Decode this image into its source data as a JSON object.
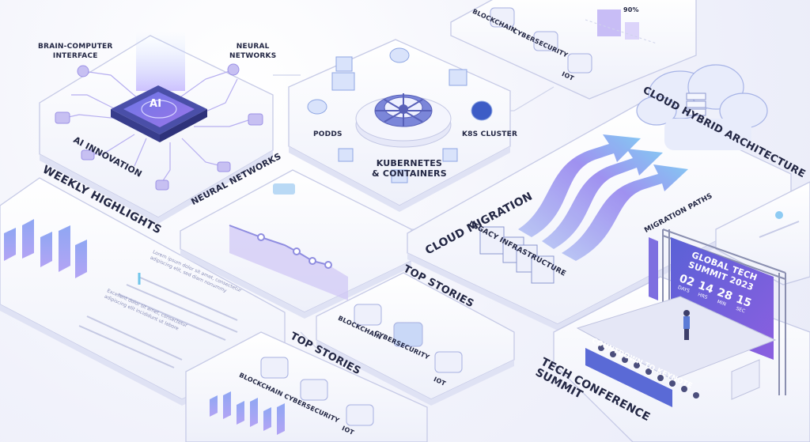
{
  "ai_panel": {
    "label_bci": "BRAIN-COMPUTER\nINTERFACE",
    "label_nn_top": "NEURAL\nNETWORKS",
    "chip_text": "AI",
    "label_ai_innovation": "AI INNOVATION",
    "label_nn_bottom": "NEURAL NETWORKS"
  },
  "k8s_panel": {
    "label_pods": "PODDS",
    "label_cluster": "K8S CLUSTER",
    "title": "KUBERNETES\n& CONTAINERS"
  },
  "top_right_panel": {
    "percent": "90%",
    "label_blockchain": "BLOCKCHAIN",
    "label_cybersecurity": "CYBERSECURITY",
    "label_iot": "IoT"
  },
  "weekly_panel": {
    "title": "WEEKLY HIGHLIGHTS",
    "paragraph1": "Lorem ipsum dolor sit amet, consectetur adipiscing elit, sed diam nonummy",
    "paragraph2": "Excellent dolor sit amet, consectetur adipiscing elit incididunt ut labore"
  },
  "cloud_panel": {
    "title_migration": "CLOUD MIGRATION",
    "title_hybrid": "CLOUD HYBRID ARCHITECTURE",
    "label_paths": "MIGRATION PATHS",
    "label_legacy": "LEGACY INFRASTRUCTURE"
  },
  "top_stories_mid": {
    "title": "TOP STORIES",
    "label_blockchain": "BLOCKCHAIN",
    "label_cybersecurity": "CYBERSECURITY",
    "label_iot": "IoT"
  },
  "top_stories_low": {
    "title": "TOP STORIES",
    "label_blockchain": "BLOCKCHAIN",
    "label_cybersecurity": "CYBERSECURITY",
    "label_iot": "IoT"
  },
  "summit_panel": {
    "screen_title": "GLOBAL TECH\nSUMMIT 2023",
    "countdown": [
      {
        "value": "02",
        "unit": "DAYS"
      },
      {
        "value": "14",
        "unit": "HRS"
      },
      {
        "value": "28",
        "unit": "MIN"
      },
      {
        "value": "15",
        "unit": "SEC"
      }
    ],
    "banner": "COUNTDOWN TO KEYNOTE",
    "title": "TECH CONFERENCE\nSUMMIT"
  },
  "colors": {
    "panel": "#fbfbff",
    "panel_stroke": "#c9cde6",
    "accent_purple": "#a78bfa",
    "accent_blue": "#7fb3f5",
    "screen_purple": "#6f63d8"
  }
}
